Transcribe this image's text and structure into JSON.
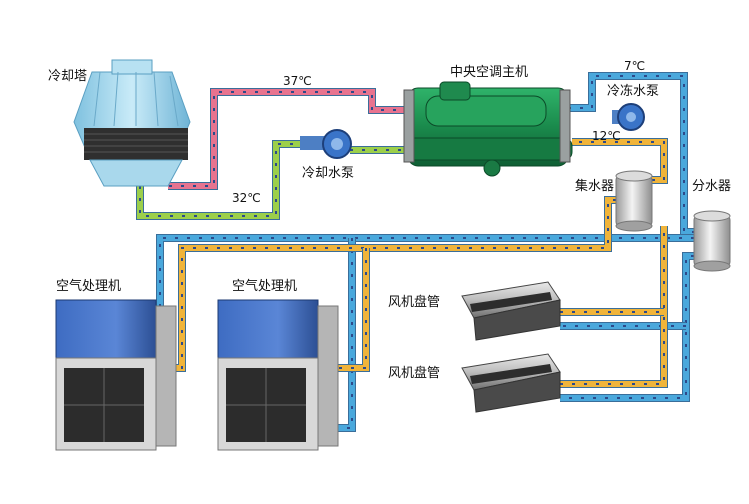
{
  "labels": {
    "cooling_tower": "冷却塔",
    "chiller": "中央空调主机",
    "cooling_pump": "冷却水泵",
    "chilled_pump": "冷冻水泵",
    "collector": "集水器",
    "distributor": "分水器",
    "ahu_1": "空气处理机",
    "ahu_2": "空气处理机",
    "fcu_1": "风机盘管",
    "fcu_2": "风机盘管"
  },
  "temperatures": {
    "cooling_hot": "37℃",
    "cooling_cold": "32℃",
    "chilled_supply": "7℃",
    "chilled_return": "12℃"
  },
  "colors": {
    "hot_cooling_water": "#e8738f",
    "cold_cooling_water": "#9ccf4a",
    "chilled_supply": "#4aa8dc",
    "chilled_return": "#f0b43a",
    "arrow": "#2d4a8a",
    "chiller": "#1f8a4e",
    "tower": "#9dd3ea",
    "ahu": "#3c64b4"
  }
}
